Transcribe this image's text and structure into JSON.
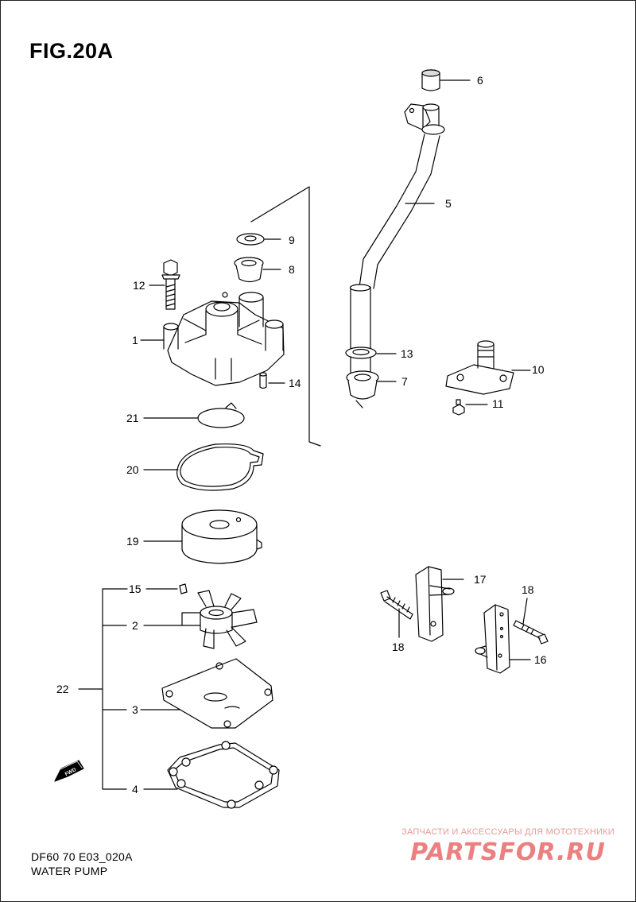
{
  "figure": {
    "title": "FIG.20A",
    "code": "DF60 70 E03_020A",
    "name": "WATER PUMP"
  },
  "callouts": {
    "c1": "1",
    "c2": "2",
    "c3": "3",
    "c4": "4",
    "c5": "5",
    "c6": "6",
    "c7": "7",
    "c8": "8",
    "c9": "9",
    "c10": "10",
    "c11": "11",
    "c12": "12",
    "c13": "13",
    "c14": "14",
    "c15": "15",
    "c16": "16",
    "c17": "17",
    "c18a": "18",
    "c18b": "18",
    "c19": "19",
    "c20": "20",
    "c21": "21",
    "c22": "22"
  },
  "fwd_arrow": {
    "label": "FWD"
  },
  "watermark": {
    "tagline": "ЗАПЧАСТИ И АКСЕССУАРЫ ДЛЯ МОТОТЕХНИКИ",
    "logo": "PARTSFOR.RU"
  }
}
